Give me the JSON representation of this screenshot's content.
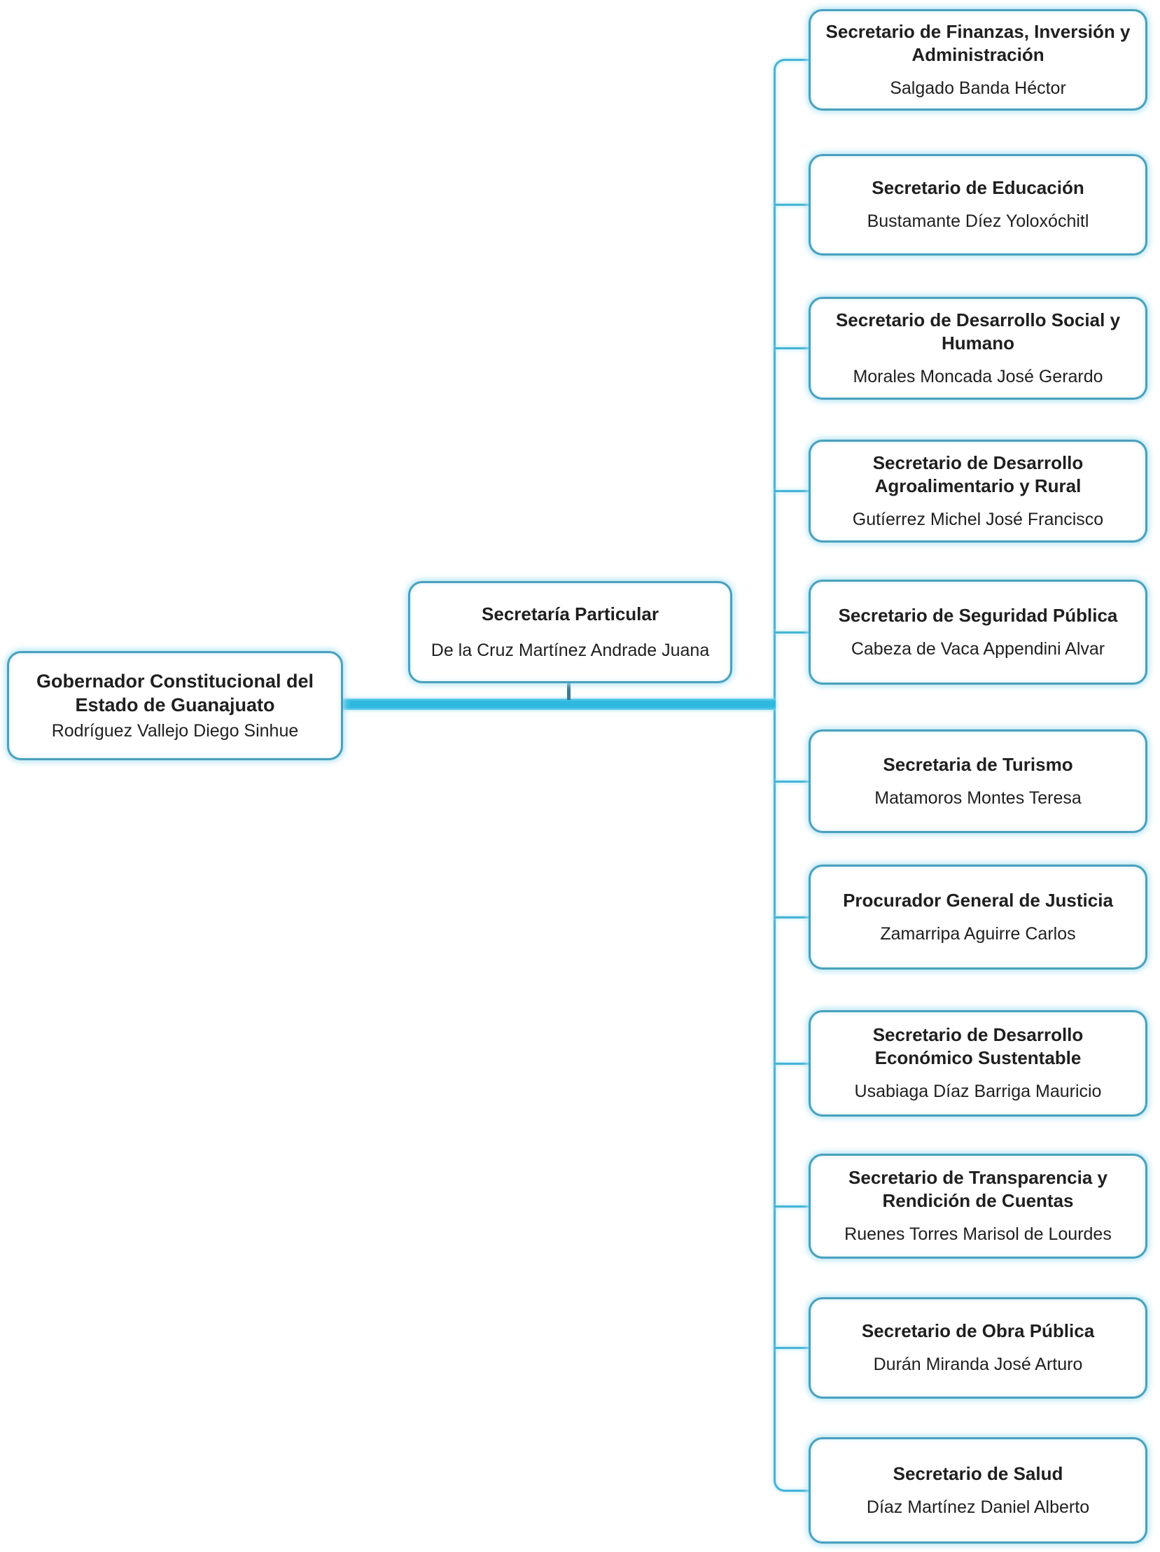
{
  "org_chart": {
    "governor": {
      "title": "Gobernador Constitucional del Estado de Guanajuato",
      "name": "Rodríguez Vallejo Diego Sinhue"
    },
    "particular": {
      "title": "Secretaría Particular",
      "name": "De la Cruz Martínez Andrade Juana"
    },
    "secretaries": [
      {
        "title": "Secretario de Finanzas, Inversión y Administración",
        "name": "Salgado Banda Héctor"
      },
      {
        "title": "Secretario de Educación",
        "name": "Bustamante Díez Yoloxóchitl"
      },
      {
        "title": "Secretario de Desarrollo Social y Humano",
        "name": "Morales Moncada José Gerardo"
      },
      {
        "title": "Secretario de Desarrollo Agroalimentario y Rural",
        "name": "Gutíerrez Michel José Francisco"
      },
      {
        "title": "Secretario de Seguridad Pública",
        "name": "Cabeza de Vaca Appendini Alvar"
      },
      {
        "title": "Secretaria de Turismo",
        "name": "Matamoros Montes Teresa"
      },
      {
        "title": "Procurador General de Justicia",
        "name": "Zamarripa Aguirre Carlos"
      },
      {
        "title": "Secretario de Desarrollo Económico Sustentable",
        "name": "Usabiaga Díaz Barriga Mauricio"
      },
      {
        "title": "Secretario de Transparencia y Rendición de Cuentas",
        "name": "Ruenes Torres Marisol de Lourdes"
      },
      {
        "title": "Secretario de Obra Pública",
        "name": "Durán Miranda José Arturo"
      },
      {
        "title": "Secretario de Salud",
        "name": "Díaz Martínez Daniel Alberto"
      }
    ],
    "colors": {
      "box_border": "#4aa0bd",
      "box_glow": "#ace2f2",
      "trunk_line": "#45b4d6",
      "thick_line": "#2fb9e0",
      "particular_stub": "#3c7795",
      "text": "#1f1f1f"
    }
  }
}
